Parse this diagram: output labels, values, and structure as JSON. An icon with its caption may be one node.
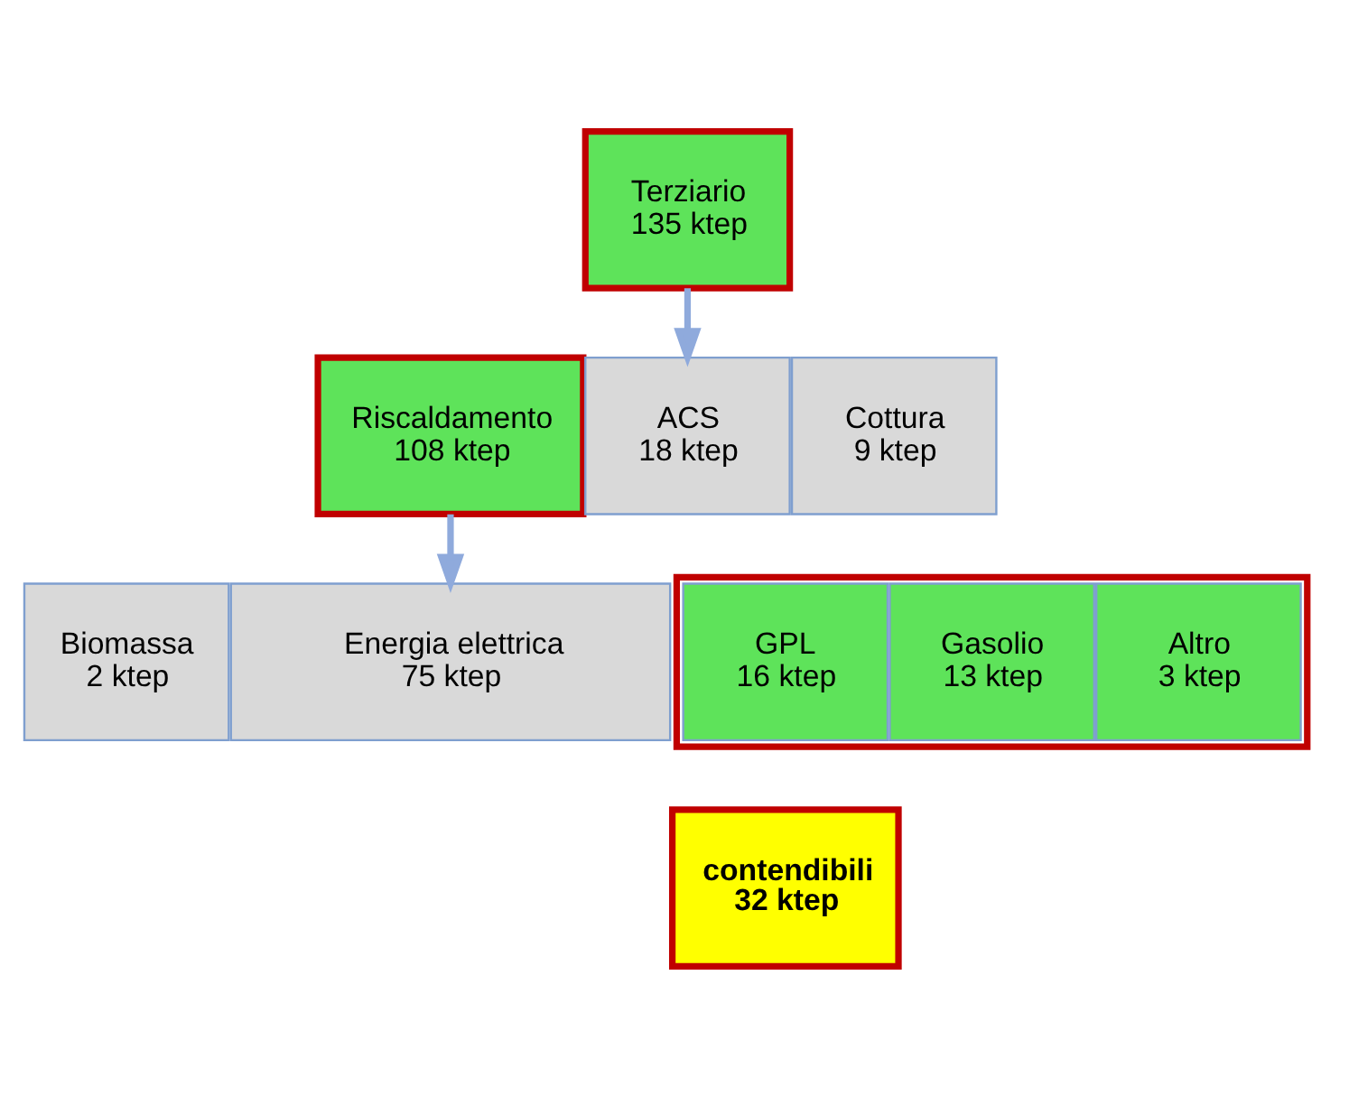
{
  "diagram": {
    "nodes": [
      {
        "text": [
          "Terziario",
          "135 ktep"
        ]
      },
      {
        "text": [
          "Riscaldamento",
          "108 ktep"
        ]
      },
      {
        "text": [
          "ACS",
          "18 ktep"
        ]
      },
      {
        "text": [
          "Cottura",
          "9 ktep"
        ]
      },
      {
        "text": [
          "Biomassa",
          "2 ktep"
        ]
      },
      {
        "text": [
          "Energia elettrica",
          "75 ktep"
        ]
      },
      {
        "text": [],
        "shape": "box"
      },
      {
        "text": [
          "GPL",
          "16 ktep"
        ],
        "in": 6
      },
      {
        "text": [
          "Gasolio",
          "13 ktep"
        ],
        "in": 6
      },
      {
        "text": [
          "Altro",
          "3 ktep"
        ],
        "in": 6
      },
      {
        "text": [
          "contendibili",
          "32 ktep"
        ]
      }
    ],
    "edges": [
      {
        "from": 0,
        "to": 2,
        "arrow": "to"
      },
      {
        "from": 1,
        "to": 5,
        "arrow": "to"
      }
    ]
  }
}
